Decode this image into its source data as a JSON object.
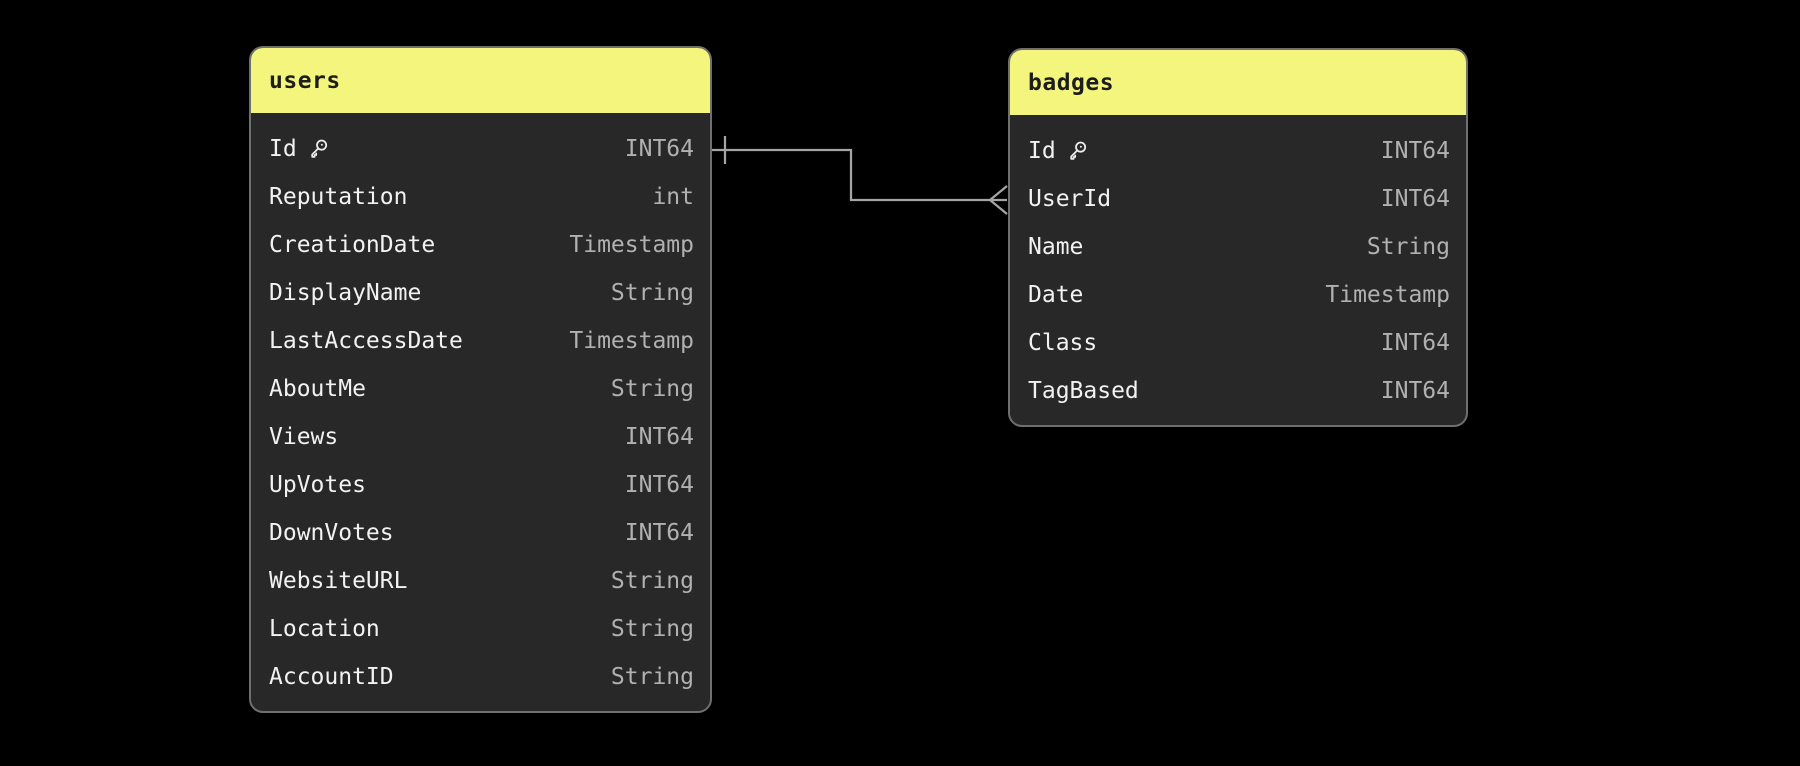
{
  "app": {
    "view": "database-schema-diagram"
  },
  "colors": {
    "canvas_bg": "#000000",
    "header_bg": "#f3f57d",
    "header_text": "#1d1d1d",
    "body_bg": "#282828",
    "border": "#6f6f6f",
    "field_text": "#f2f2f2",
    "type_text": "#b1b1b1",
    "connector": "#a5a5a5",
    "key_icon": "#ececec"
  },
  "tables": [
    {
      "id": "users",
      "title": "users",
      "fields": [
        {
          "name": "Id",
          "type": "INT64",
          "primary_key": true
        },
        {
          "name": "Reputation",
          "type": "int",
          "primary_key": false
        },
        {
          "name": "CreationDate",
          "type": "Timestamp",
          "primary_key": false
        },
        {
          "name": "DisplayName",
          "type": "String",
          "primary_key": false
        },
        {
          "name": "LastAccessDate",
          "type": "Timestamp",
          "primary_key": false
        },
        {
          "name": "AboutMe",
          "type": "String",
          "primary_key": false
        },
        {
          "name": "Views",
          "type": "INT64",
          "primary_key": false
        },
        {
          "name": "UpVotes",
          "type": "INT64",
          "primary_key": false
        },
        {
          "name": "DownVotes",
          "type": "INT64",
          "primary_key": false
        },
        {
          "name": "WebsiteURL",
          "type": "String",
          "primary_key": false
        },
        {
          "name": "Location",
          "type": "String",
          "primary_key": false
        },
        {
          "name": "AccountID",
          "type": "String",
          "primary_key": false
        }
      ]
    },
    {
      "id": "badges",
      "title": "badges",
      "fields": [
        {
          "name": "Id",
          "type": "INT64",
          "primary_key": true
        },
        {
          "name": "UserId",
          "type": "INT64",
          "primary_key": false
        },
        {
          "name": "Name",
          "type": "String",
          "primary_key": false
        },
        {
          "name": "Date",
          "type": "Timestamp",
          "primary_key": false
        },
        {
          "name": "Class",
          "type": "INT64",
          "primary_key": false
        },
        {
          "name": "TagBased",
          "type": "INT64",
          "primary_key": false
        }
      ]
    }
  ],
  "relationship": {
    "from_table": "users",
    "from_field": "Id",
    "to_table": "badges",
    "to_field": "UserId",
    "from_cardinality": "one",
    "to_cardinality": "many"
  }
}
